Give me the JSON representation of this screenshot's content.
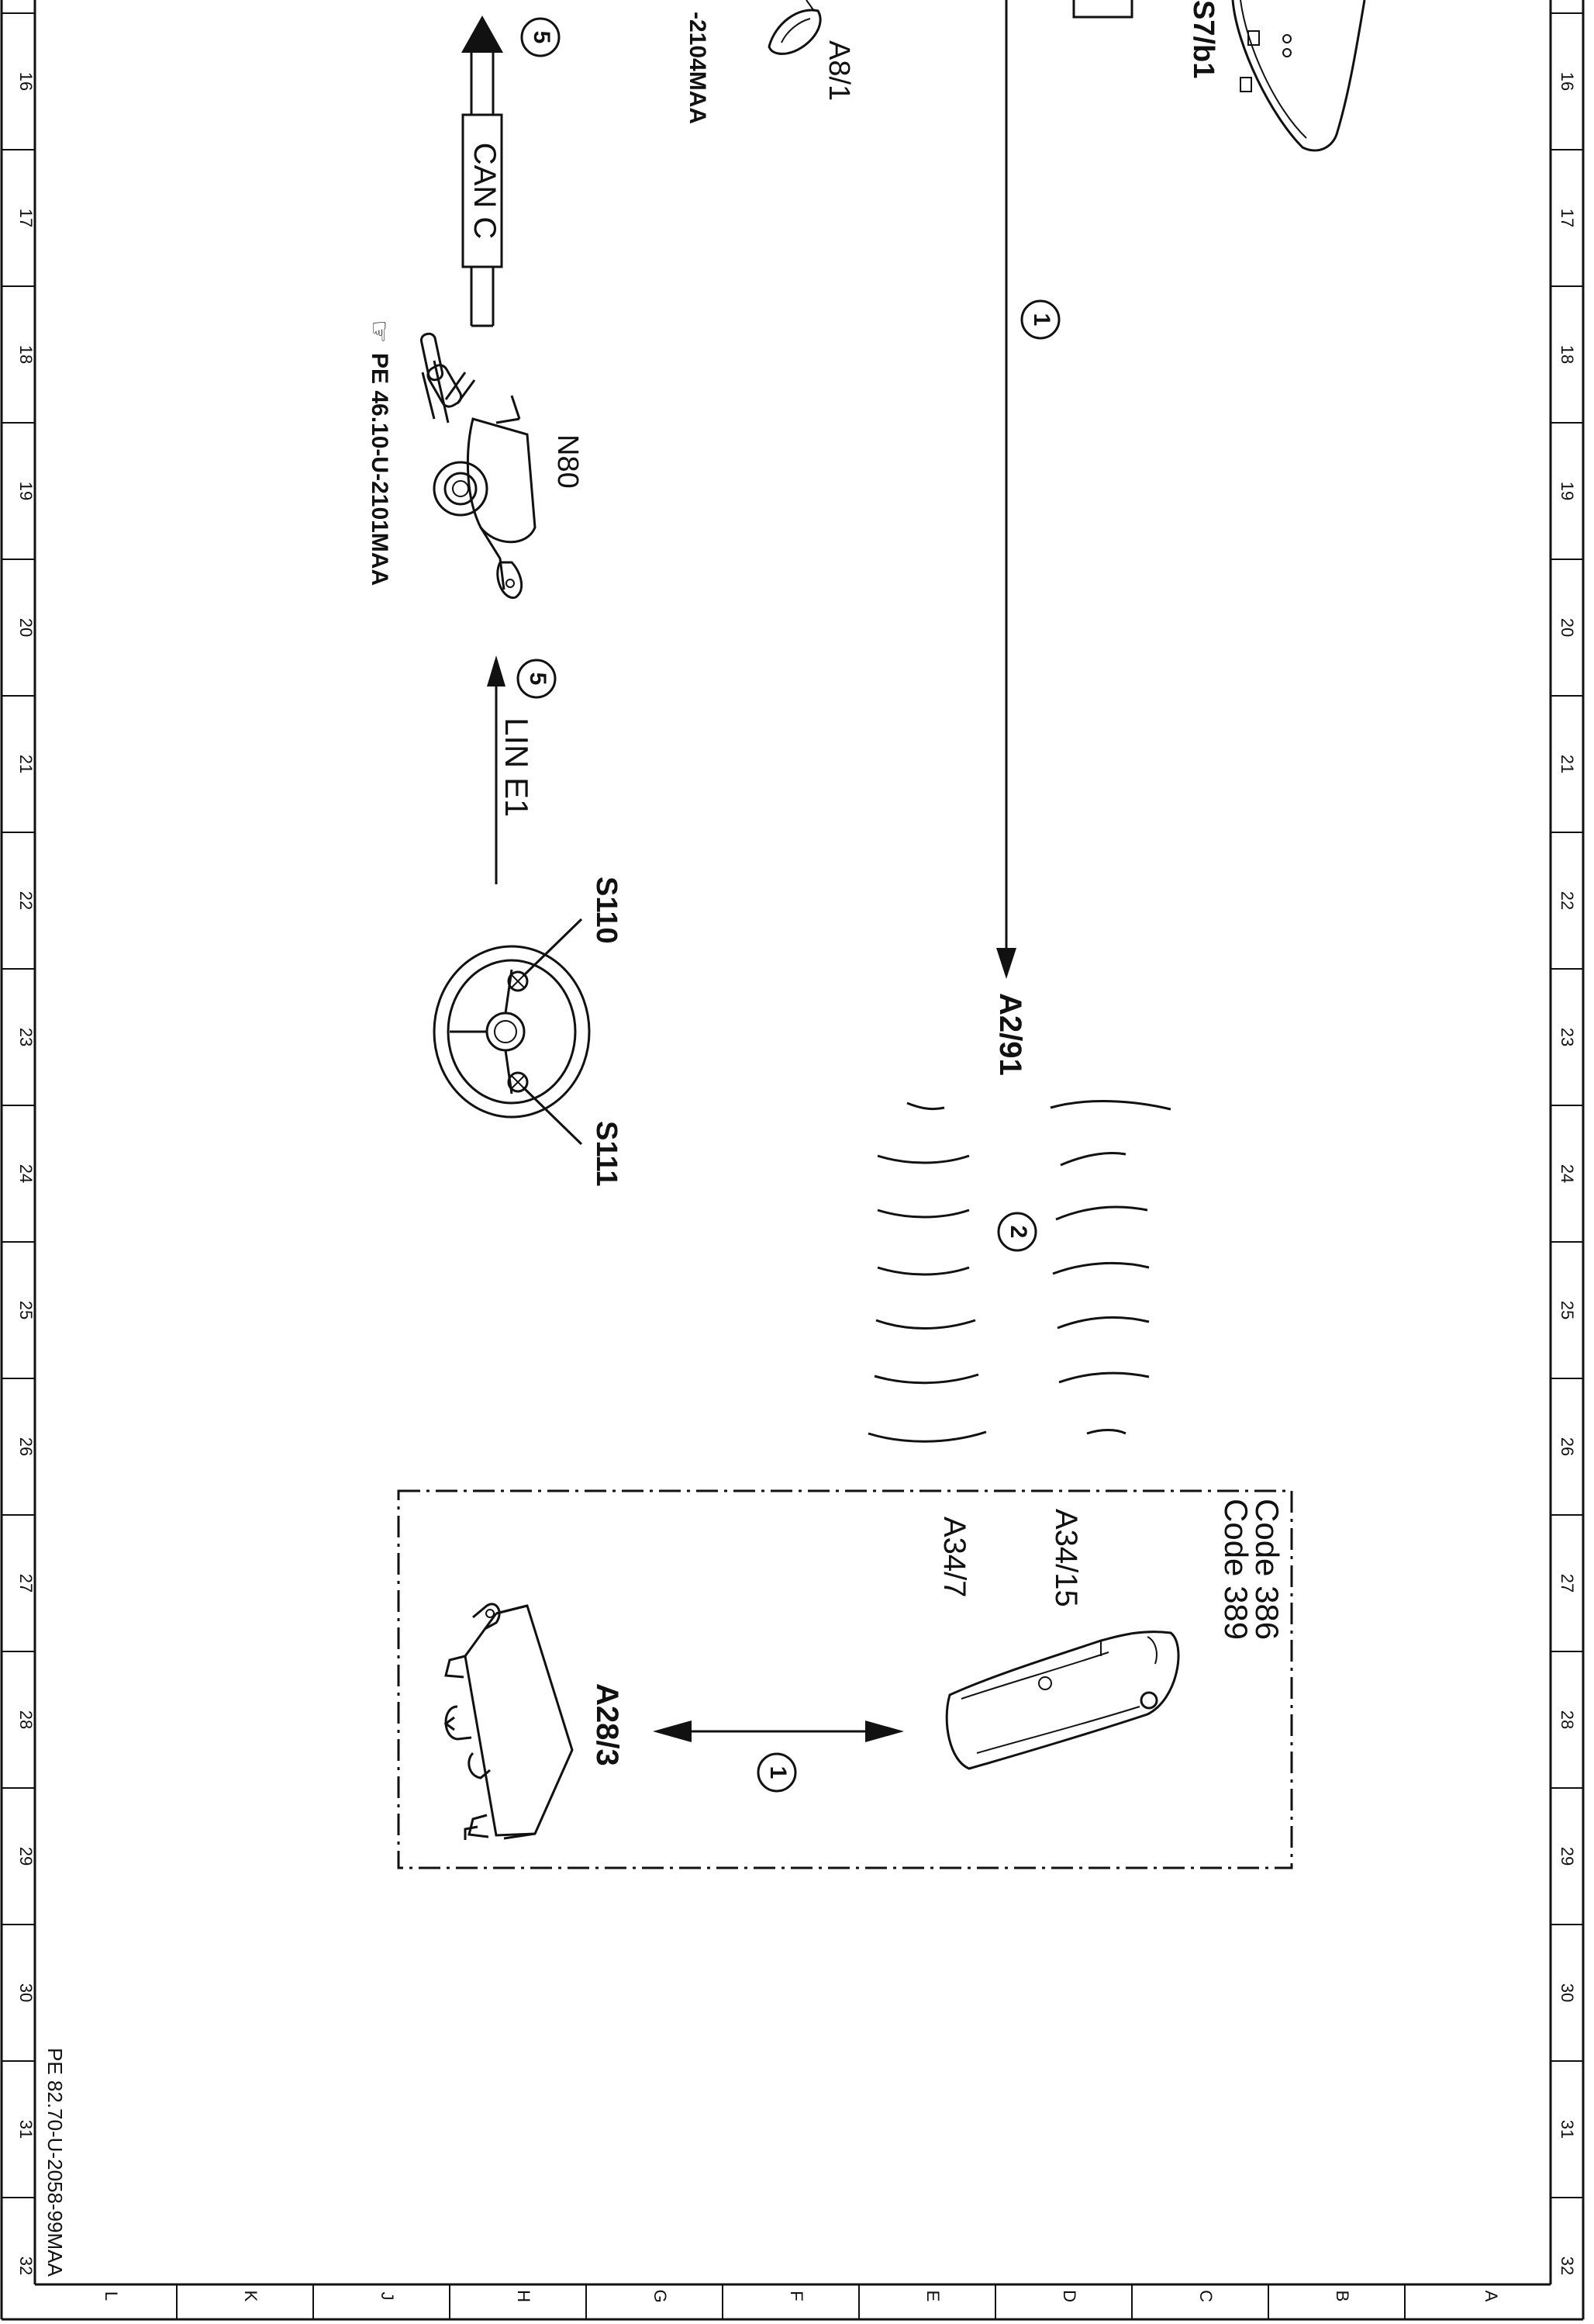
{
  "frame": {
    "top_numbers": [
      "16",
      "17",
      "18",
      "19",
      "20",
      "21",
      "22",
      "23",
      "24",
      "25",
      "26",
      "27",
      "28",
      "29",
      "30",
      "31",
      "32"
    ],
    "side_letters": [
      "L",
      "K",
      "J",
      "H",
      "G",
      "F",
      "E",
      "D",
      "C",
      "B",
      "A"
    ]
  },
  "labels": {
    "s7b1": "S7/b1",
    "a8_1": "A8/1",
    "ref_2104": "-2104MAA",
    "can_c": "CAN C",
    "n80": "N80",
    "ref_n80": "PE 46.10-U-2101MAA",
    "lin_e1": "LIN E1",
    "s110": "S110",
    "s111": "S111",
    "a2_91": "A2/91",
    "code_386": "Code 386",
    "code_389": "Code 389",
    "a34_15": "A34/15",
    "a34_7": "A34/7",
    "a28_3": "A28/3",
    "doc_ref": "PE 82.70-U-2058-99MAA"
  },
  "callouts": {
    "c5_top": "5",
    "c1_top": "1",
    "c5_mid": "5",
    "c2": "2",
    "c1_box": "1"
  }
}
